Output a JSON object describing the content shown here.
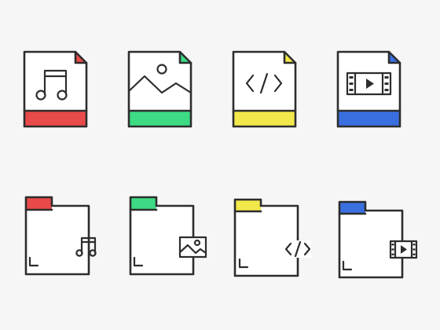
{
  "background": "#f6f6f6",
  "ink_color": "#2d2d2d",
  "colors": {
    "music": "#e84a4a",
    "image": "#3ddc84",
    "code": "#f2e84b",
    "video": "#3a6fe0"
  },
  "file_icons": [
    {
      "type": "music",
      "icon": "music-file-icon",
      "glyph": "music-note-icon"
    },
    {
      "type": "image",
      "icon": "image-file-icon",
      "glyph": "landscape-icon"
    },
    {
      "type": "code",
      "icon": "code-file-icon",
      "glyph": "code-brackets-icon"
    },
    {
      "type": "video",
      "icon": "video-file-icon",
      "glyph": "film-strip-icon"
    }
  ],
  "folder_icons": [
    {
      "type": "music",
      "icon": "music-folder-icon",
      "glyph": "music-note-icon"
    },
    {
      "type": "image",
      "icon": "image-folder-icon",
      "glyph": "landscape-icon"
    },
    {
      "type": "code",
      "icon": "code-folder-icon",
      "glyph": "code-brackets-icon"
    },
    {
      "type": "video",
      "icon": "video-folder-icon",
      "glyph": "film-strip-icon"
    }
  ]
}
